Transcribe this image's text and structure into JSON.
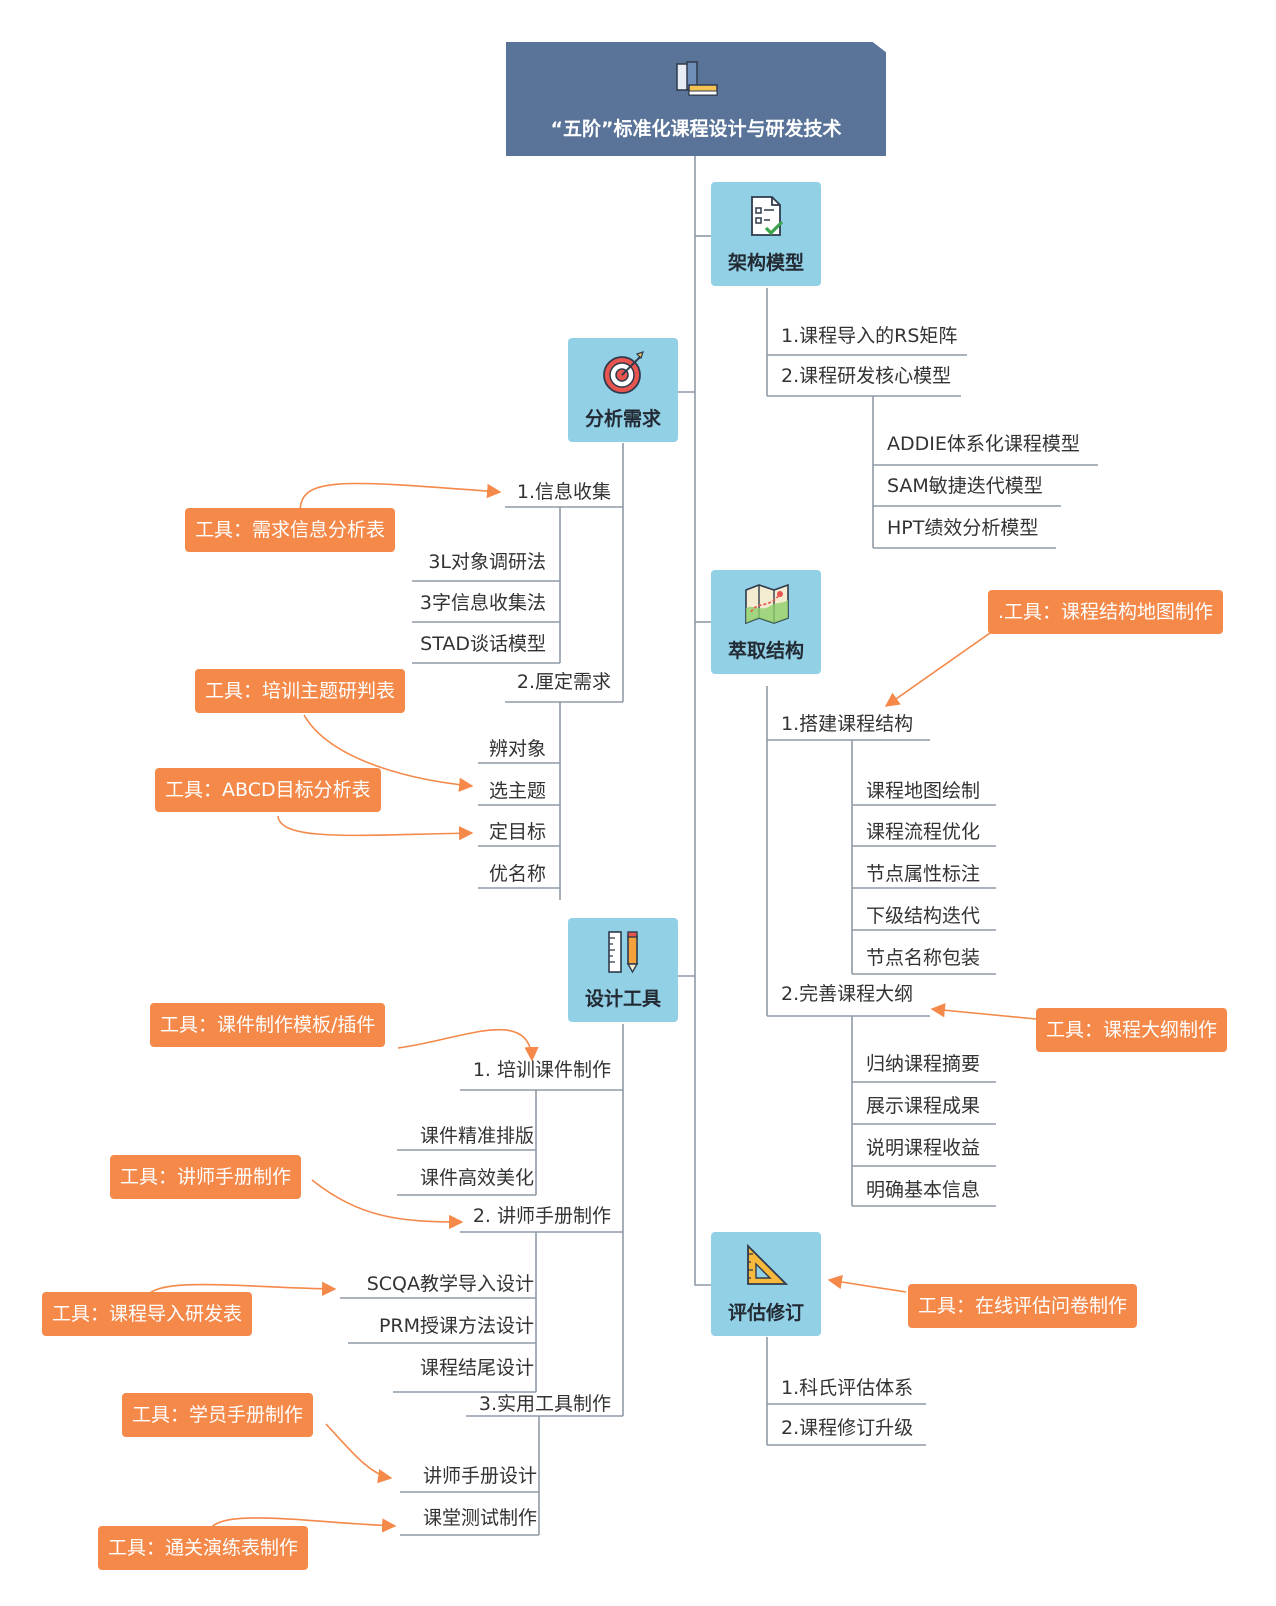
{
  "title": "“五阶”标准化课程设计与研发技术",
  "hubs": {
    "architecture": "架构模型",
    "analysis": "分析需求",
    "structure": "萃取结构",
    "design": "设计工具",
    "evaluation": "评估修订"
  },
  "architecture": {
    "item1": "1.课程导入的RS矩阵",
    "item2": "2.课程研发核心模型",
    "models": [
      "ADDIE体系化课程模型",
      "SAM敏捷迭代模型",
      "HPT绩效分析模型"
    ]
  },
  "analysis": {
    "collect": "1.信息收集",
    "collect_items": [
      "3L对象调研法",
      "3字信息收集法",
      "STAD谈话模型"
    ],
    "define": "2.厘定需求",
    "define_items": [
      "辨对象",
      "选主题",
      "定目标",
      "优名称"
    ]
  },
  "structure": {
    "build": "1.搭建课程结构",
    "build_items": [
      "课程地图绘制",
      "课程流程优化",
      "节点属性标注",
      "下级结构迭代",
      "节点名称包装"
    ],
    "outline": "2.完善课程大纲",
    "outline_items": [
      "归纳课程摘要",
      "展示课程成果",
      "说明课程收益",
      "明确基本信息"
    ]
  },
  "design": {
    "courseware": "1. 培训课件制作",
    "courseware_items": [
      "课件精准排版",
      "课件高效美化"
    ],
    "manual": "2. 讲师手册制作",
    "manual_items": [
      "SCQA教学导入设计",
      "PRM授课方法设计",
      "课程结尾设计"
    ],
    "tools": "3.实用工具制作",
    "tools_items": [
      "讲师手册设计",
      "课堂测试制作"
    ]
  },
  "evaluation": {
    "items": [
      "1.科氏评估体系",
      "2.课程修订升级"
    ]
  },
  "tools": {
    "demand_info": "工具：需求信息分析表",
    "topic_judge": "工具：培训主题研判表",
    "abcd": "工具：ABCD目标分析表",
    "courseware_tpl": "工具：课件制作模板/插件",
    "lecturer_manual": "工具：讲师手册制作",
    "intro_dev": "工具：课程导入研发表",
    "student_manual": "工具：学员手册制作",
    "pass_drill": "工具：通关演练表制作",
    "structure_map": ".工具：课程结构地图制作",
    "outline_make": "工具：课程大纲制作",
    "online_eval": "工具：在线评估问卷制作"
  },
  "colors": {
    "root": "#5a7399",
    "hub": "#92d0e6",
    "tool": "#f4894a",
    "line": "#8f9aa6",
    "arrow": "#f4894a"
  },
  "icons": {
    "root": "books-icon",
    "architecture": "checklist-icon",
    "analysis": "target-icon",
    "structure": "map-icon",
    "design": "ruler-pencil-icon",
    "evaluation": "set-square-icon"
  }
}
